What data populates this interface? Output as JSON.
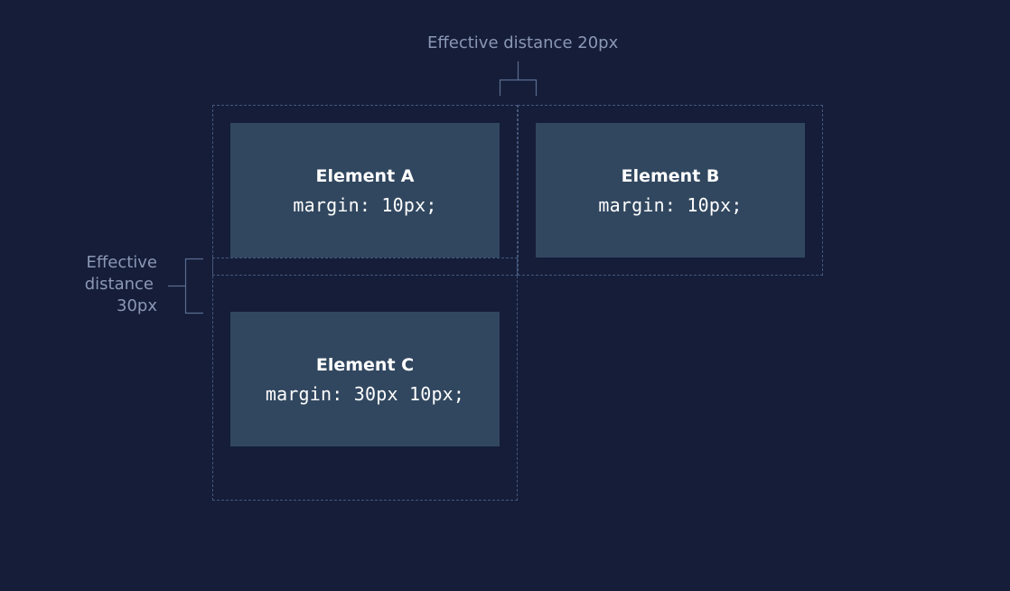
{
  "annotations": {
    "top_label": "Effective distance 20px",
    "left_label_lines": [
      "Effective",
      "distance",
      "30px"
    ]
  },
  "elements": [
    {
      "name": "Element A",
      "css": "margin: 10px;"
    },
    {
      "name": "Element B",
      "css": "margin: 10px;"
    },
    {
      "name": "Element C",
      "css": "margin: 30px 10px;"
    }
  ],
  "colors": {
    "background": "#151d39",
    "box_fill": "#31475f",
    "dashed_outline": "#45577b",
    "annotation_text": "#8b98b5",
    "bracket_line": "#5a6d90"
  }
}
